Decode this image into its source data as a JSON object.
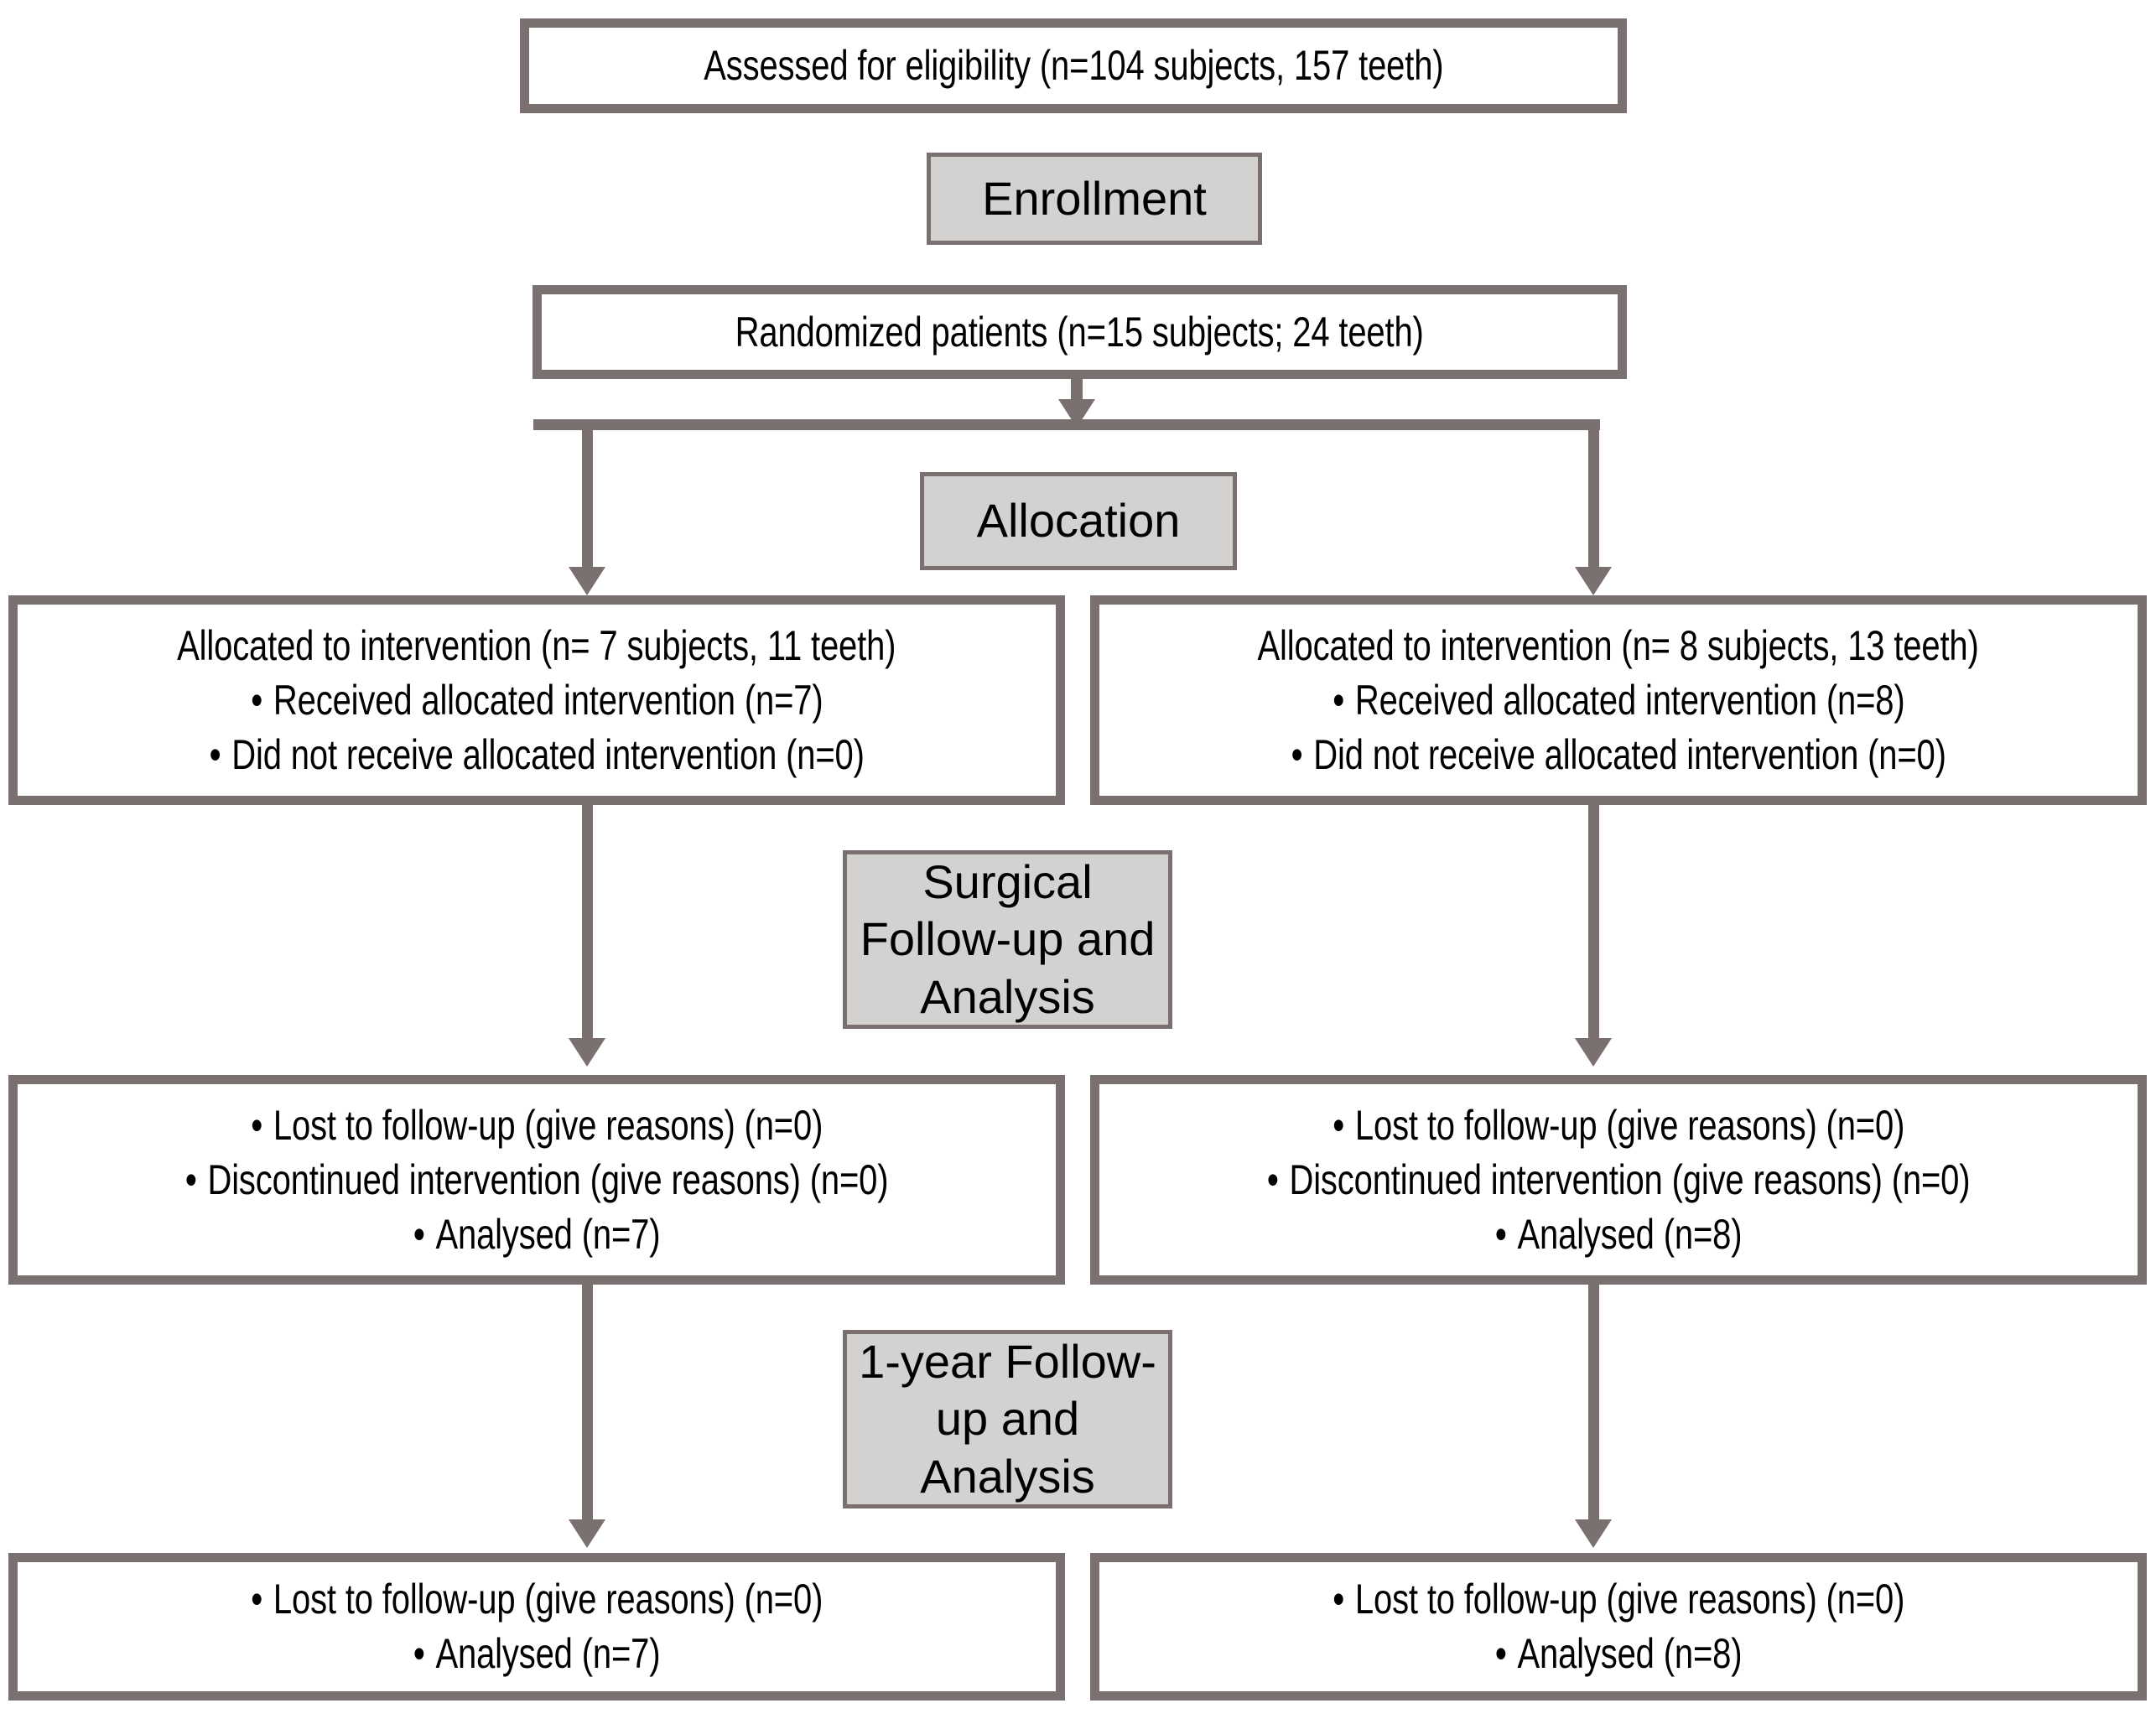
{
  "diagram": {
    "title": "CONSORT participant flow diagram",
    "colors": {
      "border": "#7A7070",
      "label_fill": "#D4D2D0",
      "box_fill": "#FFFFFF",
      "text": "#000000"
    }
  },
  "boxes": {
    "eligibility": {
      "lines": [
        "Assessed for eligibility (n=104 subjects, 157 teeth)"
      ]
    },
    "randomized": {
      "lines": [
        "Randomized patients (n=15 subjects; 24 teeth)"
      ]
    },
    "allocation_left": {
      "heading": "Allocated to intervention (n= 7 subjects, 11 teeth)",
      "bullets": [
        "Received allocated intervention (n=7)",
        "Did not receive allocated intervention (n=0)"
      ]
    },
    "allocation_right": {
      "heading": "Allocated to intervention (n= 8 subjects, 13 teeth)",
      "bullets": [
        "Received allocated intervention (n=8)",
        "Did not receive allocated intervention (n=0)"
      ]
    },
    "surgical_followup_left": {
      "bullets": [
        "Lost to follow-up (give reasons) (n=0)",
        "Discontinued intervention (give reasons) (n=0)",
        "Analysed (n=7)"
      ]
    },
    "surgical_followup_right": {
      "bullets": [
        "Lost to follow-up (give reasons) (n=0)",
        "Discontinued intervention (give reasons) (n=0)",
        "Analysed (n=8)"
      ]
    },
    "oneyear_followup_left": {
      "bullets": [
        "Lost to follow-up (give reasons) (n=0)",
        "Analysed (n=7)"
      ]
    },
    "oneyear_followup_right": {
      "bullets": [
        "Lost to follow-up (give reasons) (n=0)",
        "Analysed (n=8)"
      ]
    }
  },
  "stage_labels": {
    "enrollment": "Enrollment",
    "allocation": "Allocation",
    "surgical": "Surgical Follow-up and Analysis",
    "oneyear": "1-year Follow-up and Analysis"
  }
}
